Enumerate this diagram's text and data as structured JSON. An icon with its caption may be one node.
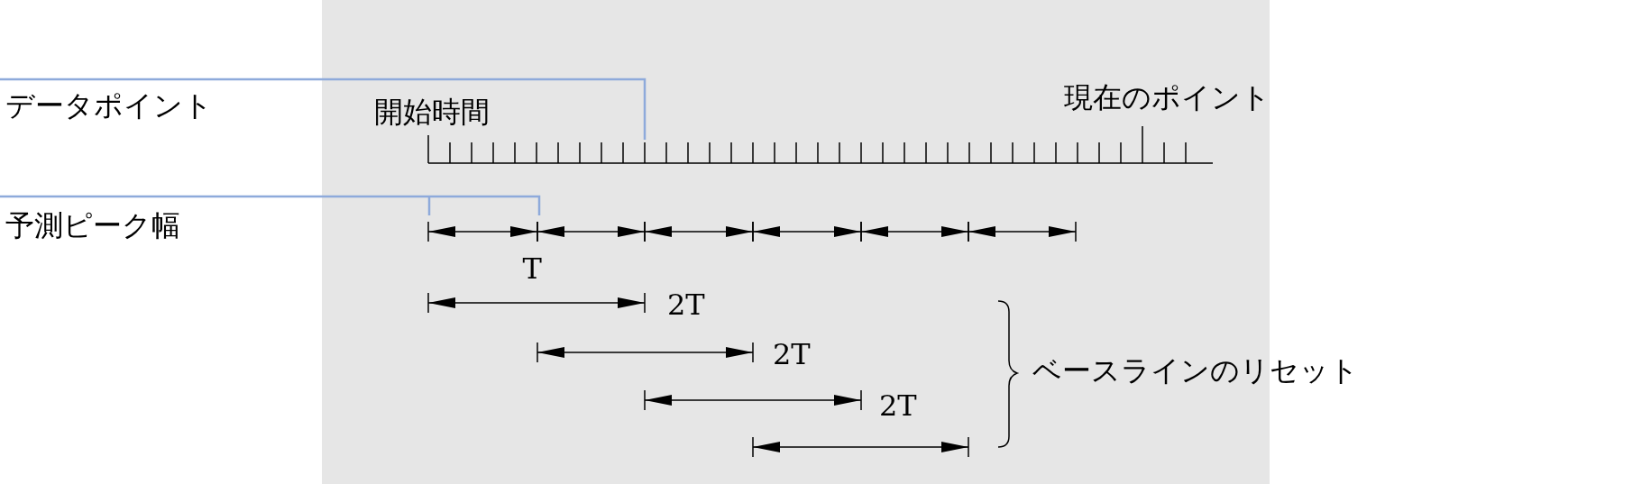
{
  "diagram": {
    "nodes": [
      {
        "text": [
          "データポイント"
        ]
      },
      {
        "text": [
          "予測ピーク幅"
        ]
      },
      {
        "text": [],
        "shape": "bar"
      }
    ],
    "edges": [
      {
        "from": 0,
        "to": 2,
        "arrow": "none"
      },
      {
        "from": 1,
        "to": null,
        "arrow": "none"
      }
    ],
    "labels": [
      "開始時間",
      "現在のポイント",
      "T",
      "2T",
      "2T",
      "ベースラインのリセット",
      "2T"
    ]
  }
}
